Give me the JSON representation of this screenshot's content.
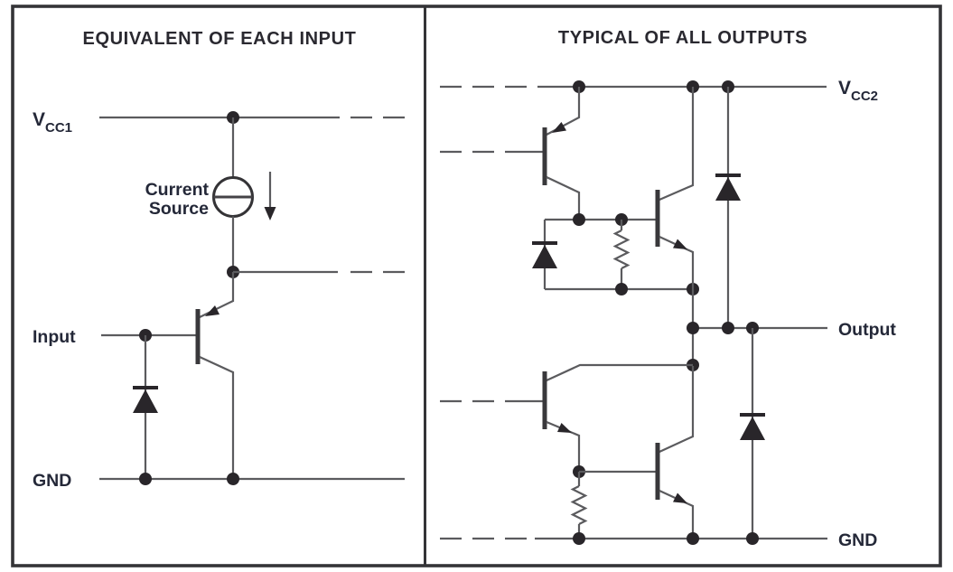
{
  "panels": {
    "input": {
      "title": "EQUIVALENT OF EACH INPUT",
      "vcc_label": "V",
      "vcc_sub": "CC1",
      "current_source_line1": "Current",
      "current_source_line2": "Source",
      "input_label": "Input",
      "gnd_label": "GND"
    },
    "output": {
      "title": "TYPICAL OF ALL OUTPUTS",
      "vcc_label": "V",
      "vcc_sub": "CC2",
      "output_label": "Output",
      "gnd_label": "GND"
    }
  },
  "colors": {
    "wire": "#5b5b5e",
    "ink": "#29262a",
    "label_text": "#242838",
    "border": "#343437",
    "background": "#ffffff"
  }
}
